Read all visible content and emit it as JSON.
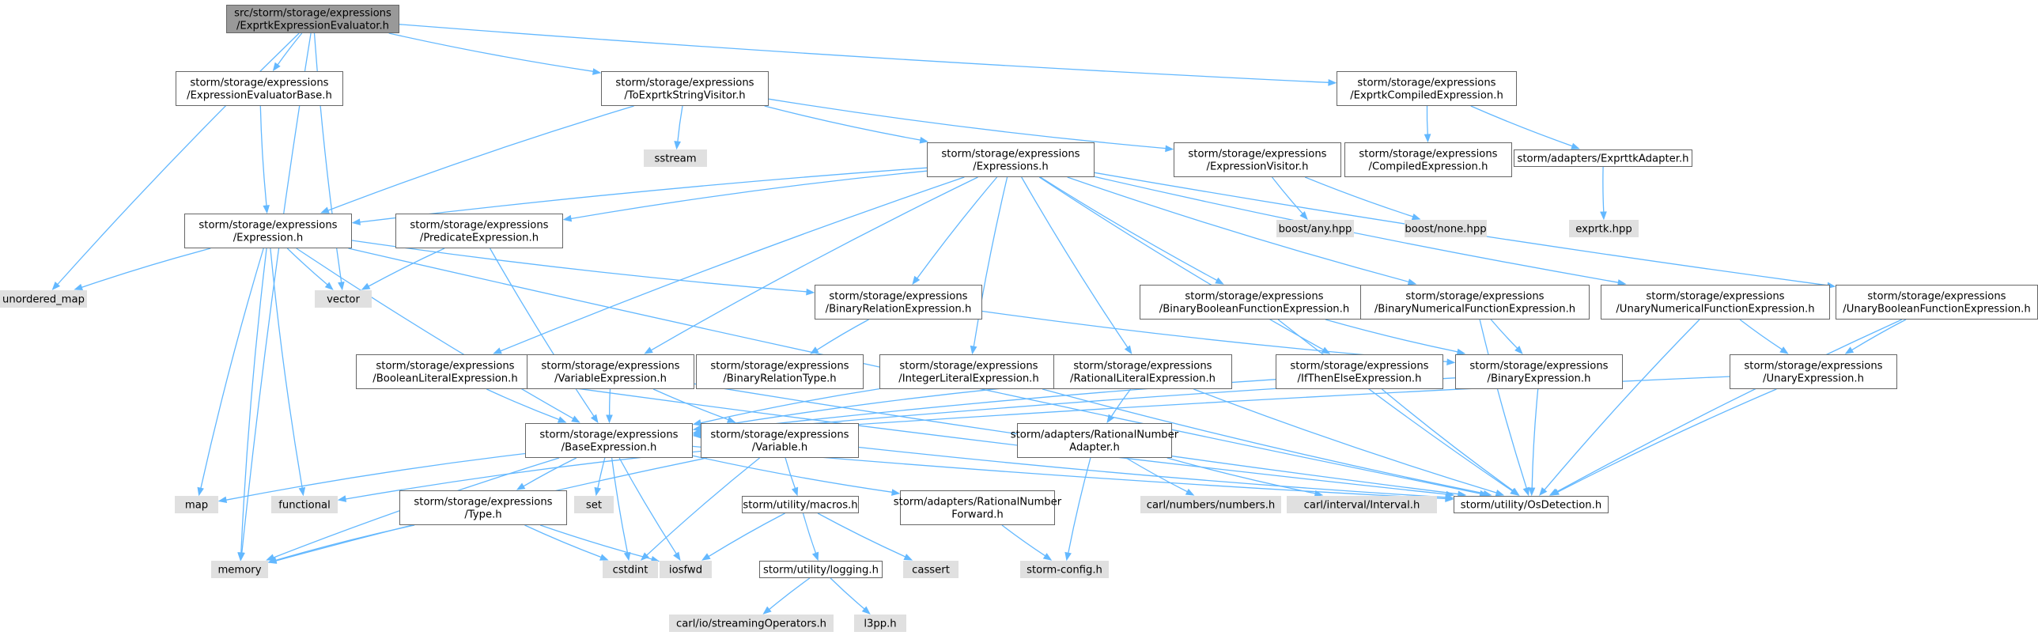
{
  "diagram": {
    "colors": {
      "root_fill": "#999999",
      "node_fill": "#ffffff",
      "node_border": "#666666",
      "external_fill": "#e0e0e0",
      "external_border": "#e0e0e0",
      "edge": "#63b8ff",
      "text": "#000000"
    },
    "nodes": [
      {
        "id": "root",
        "lines": [
          "src/storm/storage/expressions",
          "/ExprtkExpressionEvaluator.h"
        ],
        "kind": "root"
      },
      {
        "id": "memory",
        "lines": [
          "memory"
        ],
        "kind": "external"
      },
      {
        "id": "unordered_map",
        "lines": [
          "unordered_map"
        ],
        "kind": "external"
      },
      {
        "id": "ExpressionEvaluatorBase",
        "lines": [
          "storm/storage/expressions",
          "/ExpressionEvaluatorBase.h"
        ],
        "kind": "file"
      },
      {
        "id": "vector",
        "lines": [
          "vector"
        ],
        "kind": "external"
      },
      {
        "id": "ToExprtkStringVisitor",
        "lines": [
          "storm/storage/expressions",
          "/ToExprtkStringVisitor.h"
        ],
        "kind": "file"
      },
      {
        "id": "ExprtkCompiledExpression",
        "lines": [
          "storm/storage/expressions",
          "/ExprtkCompiledExpression.h"
        ],
        "kind": "file"
      },
      {
        "id": "Expression",
        "lines": [
          "storm/storage/expressions",
          "/Expression.h"
        ],
        "kind": "file"
      },
      {
        "id": "sstream",
        "lines": [
          "sstream"
        ],
        "kind": "external"
      },
      {
        "id": "Expressions",
        "lines": [
          "storm/storage/expressions",
          "/Expressions.h"
        ],
        "kind": "file"
      },
      {
        "id": "ExpressionVisitor",
        "lines": [
          "storm/storage/expressions",
          "/ExpressionVisitor.h"
        ],
        "kind": "file"
      },
      {
        "id": "CompiledExpression",
        "lines": [
          "storm/storage/expressions",
          "/CompiledExpression.h"
        ],
        "kind": "file"
      },
      {
        "id": "ExprttkAdapter",
        "lines": [
          "storm/adapters/ExprttkAdapter.h"
        ],
        "kind": "file"
      },
      {
        "id": "boost_any",
        "lines": [
          "boost/any.hpp"
        ],
        "kind": "external"
      },
      {
        "id": "boost_none",
        "lines": [
          "boost/none.hpp"
        ],
        "kind": "external"
      },
      {
        "id": "exprtk",
        "lines": [
          "exprtk.hpp"
        ],
        "kind": "external"
      },
      {
        "id": "PredicateExpression",
        "lines": [
          "storm/storage/expressions",
          "/PredicateExpression.h"
        ],
        "kind": "file"
      },
      {
        "id": "BinaryRelationExpression",
        "lines": [
          "storm/storage/expressions",
          "/BinaryRelationExpression.h"
        ],
        "kind": "file"
      },
      {
        "id": "BinaryBooleanFunctionExpression",
        "lines": [
          "storm/storage/expressions",
          "/BinaryBooleanFunctionExpression.h"
        ],
        "kind": "file"
      },
      {
        "id": "BinaryNumericalFunctionExpression",
        "lines": [
          "storm/storage/expressions",
          "/BinaryNumericalFunctionExpression.h"
        ],
        "kind": "file"
      },
      {
        "id": "UnaryNumericalFunctionExpression",
        "lines": [
          "storm/storage/expressions",
          "/UnaryNumericalFunctionExpression.h"
        ],
        "kind": "file"
      },
      {
        "id": "UnaryBooleanFunctionExpression",
        "lines": [
          "storm/storage/expressions",
          "/UnaryBooleanFunctionExpression.h"
        ],
        "kind": "file"
      },
      {
        "id": "BooleanLiteralExpression",
        "lines": [
          "storm/storage/expressions",
          "/BooleanLiteralExpression.h"
        ],
        "kind": "file"
      },
      {
        "id": "VariableExpression",
        "lines": [
          "storm/storage/expressions",
          "/VariableExpression.h"
        ],
        "kind": "file"
      },
      {
        "id": "BinaryRelationType",
        "lines": [
          "storm/storage/expressions",
          "/BinaryRelationType.h"
        ],
        "kind": "file"
      },
      {
        "id": "IntegerLiteralExpression",
        "lines": [
          "storm/storage/expressions",
          "/IntegerLiteralExpression.h"
        ],
        "kind": "file"
      },
      {
        "id": "RationalLiteralExpression",
        "lines": [
          "storm/storage/expressions",
          "/RationalLiteralExpression.h"
        ],
        "kind": "file"
      },
      {
        "id": "IfThenElseExpression",
        "lines": [
          "storm/storage/expressions",
          "/IfThenElseExpression.h"
        ],
        "kind": "file"
      },
      {
        "id": "BinaryExpression",
        "lines": [
          "storm/storage/expressions",
          "/BinaryExpression.h"
        ],
        "kind": "file"
      },
      {
        "id": "UnaryExpression",
        "lines": [
          "storm/storage/expressions",
          "/UnaryExpression.h"
        ],
        "kind": "file"
      },
      {
        "id": "BaseExpression",
        "lines": [
          "storm/storage/expressions",
          "/BaseExpression.h"
        ],
        "kind": "file"
      },
      {
        "id": "Variable",
        "lines": [
          "storm/storage/expressions",
          "/Variable.h"
        ],
        "kind": "file"
      },
      {
        "id": "RationalNumberAdapter",
        "lines": [
          "storm/adapters/RationalNumber",
          "Adapter.h"
        ],
        "kind": "file"
      },
      {
        "id": "map",
        "lines": [
          "map"
        ],
        "kind": "external"
      },
      {
        "id": "functional",
        "lines": [
          "functional"
        ],
        "kind": "external"
      },
      {
        "id": "set",
        "lines": [
          "set"
        ],
        "kind": "external"
      },
      {
        "id": "macros",
        "lines": [
          "storm/utility/macros.h"
        ],
        "kind": "file"
      },
      {
        "id": "RationalNumberForward",
        "lines": [
          "storm/adapters/RationalNumber",
          "Forward.h"
        ],
        "kind": "file"
      },
      {
        "id": "carl_numbers",
        "lines": [
          "carl/numbers/numbers.h"
        ],
        "kind": "external"
      },
      {
        "id": "carl_interval",
        "lines": [
          "carl/interval/Interval.h"
        ],
        "kind": "external"
      },
      {
        "id": "OsDetection",
        "lines": [
          "storm/utility/OsDetection.h"
        ],
        "kind": "file"
      },
      {
        "id": "Type",
        "lines": [
          "storm/storage/expressions",
          "/Type.h"
        ],
        "kind": "file"
      },
      {
        "id": "cstdint",
        "lines": [
          "cstdint"
        ],
        "kind": "external"
      },
      {
        "id": "iosfwd",
        "lines": [
          "iosfwd"
        ],
        "kind": "external"
      },
      {
        "id": "cassert",
        "lines": [
          "cassert"
        ],
        "kind": "external"
      },
      {
        "id": "storm_config",
        "lines": [
          "storm-config.h"
        ],
        "kind": "external"
      },
      {
        "id": "logging",
        "lines": [
          "storm/utility/logging.h"
        ],
        "kind": "file"
      },
      {
        "id": "carl_streaming",
        "lines": [
          "carl/io/streamingOperators.h"
        ],
        "kind": "external"
      },
      {
        "id": "l3pp",
        "lines": [
          "l3pp.h"
        ],
        "kind": "external"
      }
    ],
    "edges": [
      [
        "root",
        "memory"
      ],
      [
        "root",
        "unordered_map"
      ],
      [
        "root",
        "ExpressionEvaluatorBase"
      ],
      [
        "root",
        "vector"
      ],
      [
        "root",
        "ToExprtkStringVisitor"
      ],
      [
        "root",
        "ExprtkCompiledExpression"
      ],
      [
        "ExpressionEvaluatorBase",
        "Expression"
      ],
      [
        "ToExprtkStringVisitor",
        "Expression"
      ],
      [
        "ToExprtkStringVisitor",
        "sstream"
      ],
      [
        "ToExprtkStringVisitor",
        "Expressions"
      ],
      [
        "ToExprtkStringVisitor",
        "ExpressionVisitor"
      ],
      [
        "ExprtkCompiledExpression",
        "CompiledExpression"
      ],
      [
        "ExprtkCompiledExpression",
        "ExprttkAdapter"
      ],
      [
        "ExpressionVisitor",
        "boost_any"
      ],
      [
        "ExpressionVisitor",
        "boost_none"
      ],
      [
        "ExprttkAdapter",
        "exprtk"
      ],
      [
        "Expressions",
        "Expression"
      ],
      [
        "Expressions",
        "PredicateExpression"
      ],
      [
        "Expressions",
        "BinaryRelationExpression"
      ],
      [
        "Expressions",
        "BinaryBooleanFunctionExpression"
      ],
      [
        "Expressions",
        "BinaryNumericalFunctionExpression"
      ],
      [
        "Expressions",
        "UnaryNumericalFunctionExpression"
      ],
      [
        "Expressions",
        "UnaryBooleanFunctionExpression"
      ],
      [
        "Expressions",
        "BooleanLiteralExpression"
      ],
      [
        "Expressions",
        "VariableExpression"
      ],
      [
        "Expressions",
        "IntegerLiteralExpression"
      ],
      [
        "Expressions",
        "RationalLiteralExpression"
      ],
      [
        "Expressions",
        "IfThenElseExpression"
      ],
      [
        "Expression",
        "unordered_map"
      ],
      [
        "Expression",
        "vector"
      ],
      [
        "Expression",
        "map"
      ],
      [
        "Expression",
        "functional"
      ],
      [
        "Expression",
        "memory"
      ],
      [
        "Expression",
        "BaseExpression"
      ],
      [
        "Expression",
        "BinaryRelationExpression"
      ],
      [
        "Expression",
        "OsDetection"
      ],
      [
        "PredicateExpression",
        "vector"
      ],
      [
        "PredicateExpression",
        "BaseExpression"
      ],
      [
        "BinaryRelationExpression",
        "BinaryRelationType"
      ],
      [
        "BinaryRelationExpression",
        "BinaryExpression"
      ],
      [
        "BinaryBooleanFunctionExpression",
        "BinaryExpression"
      ],
      [
        "BinaryBooleanFunctionExpression",
        "OsDetection"
      ],
      [
        "BinaryNumericalFunctionExpression",
        "BinaryExpression"
      ],
      [
        "BinaryNumericalFunctionExpression",
        "OsDetection"
      ],
      [
        "UnaryNumericalFunctionExpression",
        "UnaryExpression"
      ],
      [
        "UnaryNumericalFunctionExpression",
        "OsDetection"
      ],
      [
        "UnaryBooleanFunctionExpression",
        "UnaryExpression"
      ],
      [
        "UnaryBooleanFunctionExpression",
        "OsDetection"
      ],
      [
        "BooleanLiteralExpression",
        "BaseExpression"
      ],
      [
        "BooleanLiteralExpression",
        "OsDetection"
      ],
      [
        "VariableExpression",
        "BaseExpression"
      ],
      [
        "VariableExpression",
        "Variable"
      ],
      [
        "VariableExpression",
        "OsDetection"
      ],
      [
        "IntegerLiteralExpression",
        "BaseExpression"
      ],
      [
        "IntegerLiteralExpression",
        "OsDetection"
      ],
      [
        "RationalLiteralExpression",
        "BaseExpression"
      ],
      [
        "RationalLiteralExpression",
        "RationalNumberAdapter"
      ],
      [
        "RationalLiteralExpression",
        "OsDetection"
      ],
      [
        "IfThenElseExpression",
        "BaseExpression"
      ],
      [
        "IfThenElseExpression",
        "OsDetection"
      ],
      [
        "BinaryExpression",
        "BaseExpression"
      ],
      [
        "BinaryExpression",
        "OsDetection"
      ],
      [
        "UnaryExpression",
        "BaseExpression"
      ],
      [
        "UnaryExpression",
        "OsDetection"
      ],
      [
        "BaseExpression",
        "map"
      ],
      [
        "BaseExpression",
        "memory"
      ],
      [
        "BaseExpression",
        "set"
      ],
      [
        "BaseExpression",
        "cstdint"
      ],
      [
        "BaseExpression",
        "iosfwd"
      ],
      [
        "BaseExpression",
        "Type"
      ],
      [
        "BaseExpression",
        "RationalNumberForward"
      ],
      [
        "BaseExpression",
        "OsDetection"
      ],
      [
        "Variable",
        "functional"
      ],
      [
        "Variable",
        "memory"
      ],
      [
        "Variable",
        "cstdint"
      ],
      [
        "Variable",
        "macros"
      ],
      [
        "Variable",
        "OsDetection"
      ],
      [
        "Type",
        "memory"
      ],
      [
        "Type",
        "cstdint"
      ],
      [
        "Type",
        "iosfwd"
      ],
      [
        "RationalNumberAdapter",
        "storm_config"
      ],
      [
        "RationalNumberAdapter",
        "carl_numbers"
      ],
      [
        "RationalNumberAdapter",
        "carl_interval"
      ],
      [
        "RationalNumberForward",
        "storm_config"
      ],
      [
        "macros",
        "iosfwd"
      ],
      [
        "macros",
        "cassert"
      ],
      [
        "macros",
        "logging"
      ],
      [
        "logging",
        "carl_streaming"
      ],
      [
        "logging",
        "l3pp"
      ]
    ]
  }
}
